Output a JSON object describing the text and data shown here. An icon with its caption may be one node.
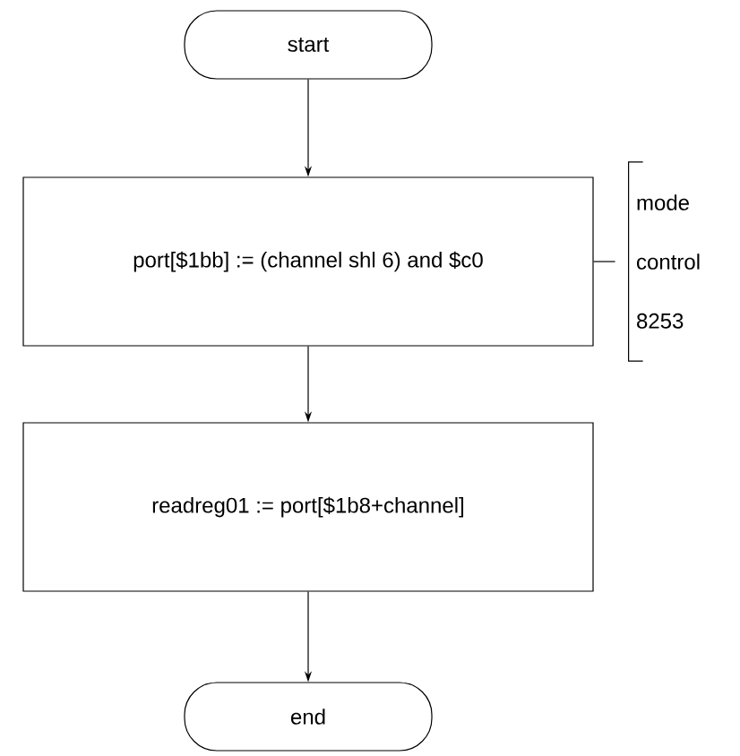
{
  "diagram": {
    "nodes": [
      {
        "text": [
          "start"
        ]
      },
      {
        "text": [
          "port[$1bb] := (channel shl 6) and $c0"
        ]
      },
      {
        "text": [
          "readreg01 := port[$1b8+channel]"
        ]
      },
      {
        "text": [
          "end"
        ]
      },
      {
        "text": [
          "mode control 8253"
        ]
      }
    ],
    "edges": [
      {
        "from": 0,
        "to": 1,
        "arrow": "to"
      },
      {
        "from": 1,
        "to": 2,
        "arrow": "to"
      },
      {
        "from": 2,
        "to": 3,
        "arrow": "to"
      },
      {
        "from": 1,
        "to": 4,
        "arrow": "none"
      }
    ]
  }
}
